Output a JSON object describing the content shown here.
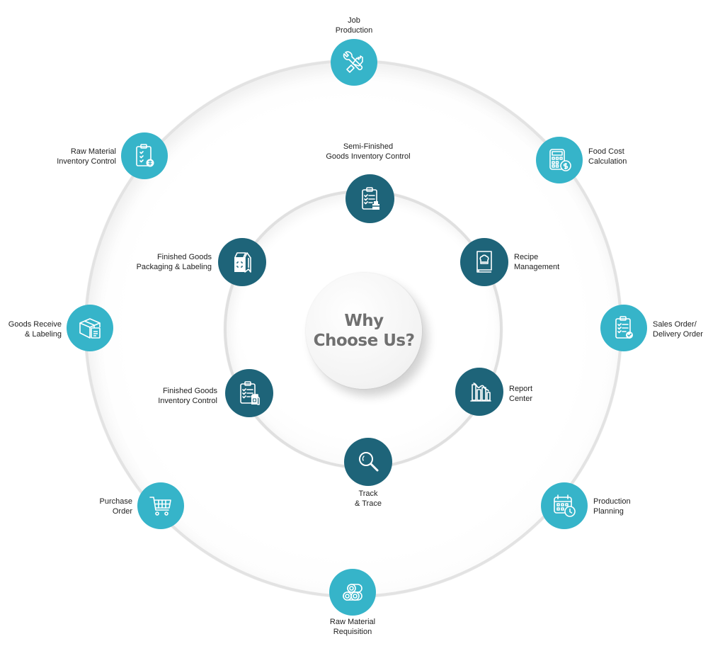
{
  "title": {
    "line1": "Why",
    "line2": "Choose Us?"
  },
  "colors": {
    "outer_node": "#36b4c9",
    "inner_node": "#1e6479",
    "ring": "#e3e3e3",
    "hub_text": "#707070"
  },
  "outer_nodes": [
    {
      "id": "job-production",
      "icon": "wrench-hand-icon",
      "lines": [
        "Job",
        "Production"
      ]
    },
    {
      "id": "food-cost-calculation",
      "icon": "calculator-dollar-icon",
      "lines": [
        "Food Cost",
        "Calculation"
      ]
    },
    {
      "id": "sales-order-delivery-order",
      "icon": "clipboard-check-icon",
      "lines": [
        "Sales Order/",
        "Delivery Order"
      ]
    },
    {
      "id": "production-planning",
      "icon": "calendar-clock-icon",
      "lines": [
        "Production",
        "Planning"
      ]
    },
    {
      "id": "raw-material-requisition",
      "icon": "pipes-icon",
      "lines": [
        "Raw Material",
        "Requisition"
      ]
    },
    {
      "id": "purchase-order",
      "icon": "shopping-cart-icon",
      "lines": [
        "Purchase",
        "Order"
      ]
    },
    {
      "id": "goods-receive-labeling",
      "icon": "box-label-icon",
      "lines": [
        "Goods Receive",
        "& Labeling"
      ]
    },
    {
      "id": "raw-material-inventory-control",
      "icon": "clipboard-materials-icon",
      "lines": [
        "Raw Material",
        "Inventory Control"
      ]
    }
  ],
  "inner_nodes": [
    {
      "id": "semi-finished-goods-inventory-control",
      "icon": "clipboard-box-icon",
      "lines": [
        "Semi-Finished",
        "Goods Inventory Control"
      ]
    },
    {
      "id": "recipe-management",
      "icon": "recipe-book-icon",
      "lines": [
        "Recipe",
        "Management"
      ]
    },
    {
      "id": "report-center",
      "icon": "bar-chart-icon",
      "lines": [
        "Report",
        "Center"
      ]
    },
    {
      "id": "track-trace",
      "icon": "magnifier-icon",
      "lines": [
        "Track",
        "& Trace"
      ]
    },
    {
      "id": "finished-goods-inventory-control",
      "icon": "clipboard-package-icon",
      "lines": [
        "Finished Goods",
        "Inventory Control"
      ]
    },
    {
      "id": "finished-goods-packaging-labeling",
      "icon": "package-bag-icon",
      "lines": [
        "Finished Goods",
        "Packaging & Labeling"
      ]
    }
  ]
}
